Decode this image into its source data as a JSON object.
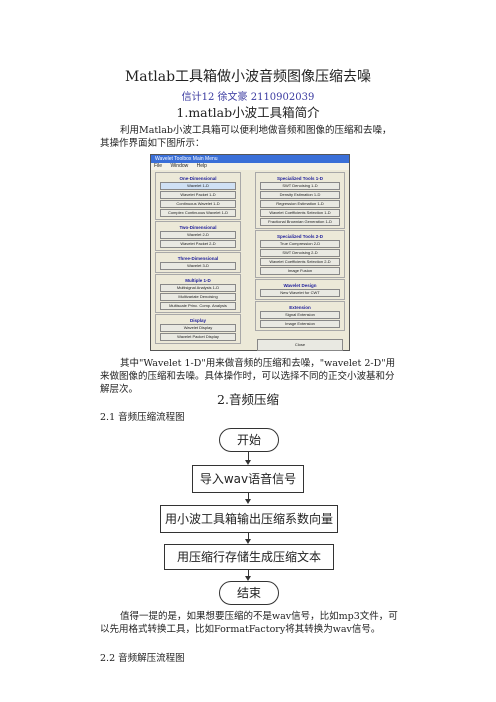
{
  "doc": {
    "title": "Matlab工具箱做小波音频图像压缩去噪",
    "author": "信计12 徐文豪 2110902039",
    "h1_1": "1.matlab小波工具箱简介",
    "intro": "利用Matlab小波工具箱可以便利地做音频和图像的压缩和去噪，其操作界面如下图所示：",
    "desc": "其中\"Wavelet 1-D\"用来做音频的压缩和去噪，\"wavelet 2-D\"用来做图像的压缩和去噪。具体操作时，可以选择不同的正交小波基和分解层次。",
    "h1_2": "2.音频压缩",
    "h2_1": "2.1 音频压缩流程图",
    "note": "值得一提的是，如果想要压缩的不是wav信号，比如mp3文件，可以先用格式转换工具，比如FormatFactory将其转换为wav信号。",
    "h2_2": "2.2 音频解压流程图"
  },
  "window": {
    "title": "Wavelet Toolbox Main Menu",
    "menu": [
      "File",
      "Window",
      "Help"
    ],
    "left": [
      {
        "group": "One-Dimensional",
        "buttons": [
          "Wavelet 1-D",
          "Wavelet Packet 1-D",
          "Continuous Wavelet 1-D",
          "Complex Continuous Wavelet 1-D"
        ]
      },
      {
        "group": "Two-Dimensional",
        "buttons": [
          "Wavelet 2-D",
          "Wavelet Packet 2-D"
        ]
      },
      {
        "group": "Three-Dimensional",
        "buttons": [
          "Wavelet 3-D"
        ]
      },
      {
        "group": "Multiple 1-D",
        "buttons": [
          "Multisignal Analysis 1-D",
          "Multivariate Denoising",
          "Multiscale Princ. Comp. Analysis"
        ]
      },
      {
        "group": "Display",
        "buttons": [
          "Wavelet Display",
          "Wavelet Packet Display"
        ]
      }
    ],
    "right": [
      {
        "group": "Specialized Tools 1-D",
        "buttons": [
          "SWT Denoising 1-D",
          "Density Estimation 1-D",
          "Regression Estimation 1-D",
          "Wavelet Coefficients Selection 1-D",
          "Fractional Brownian Generation 1-D"
        ]
      },
      {
        "group": "Specialized Tools 2-D",
        "buttons": [
          "True Compression 2-D",
          "SWT Denoising 2-D",
          "Wavelet Coefficients Selection 2-D",
          "Image Fusion"
        ]
      },
      {
        "group": "Wavelet Design",
        "buttons": [
          "New Wavelet for CWT"
        ]
      },
      {
        "group": "Extension",
        "buttons": [
          "Signal Extension",
          "Image Extension"
        ]
      }
    ],
    "close": "Close"
  },
  "flow": {
    "start": "开始",
    "step1": "导入wav语音信号",
    "step2": "用小波工具箱输出压缩系数向量",
    "step3": "用压缩行存储生成压缩文本",
    "end": "结束"
  }
}
